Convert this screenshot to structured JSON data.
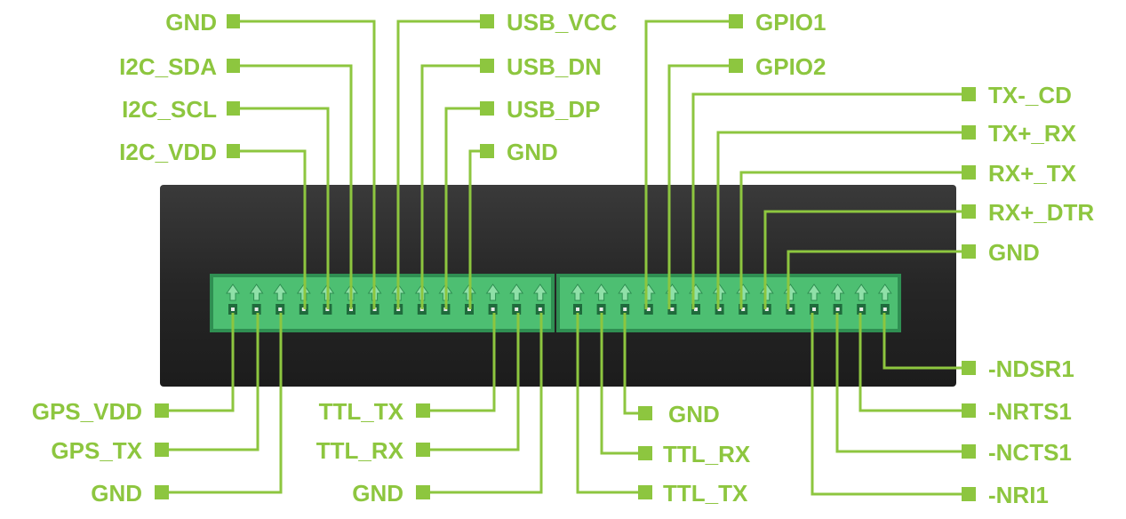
{
  "colors": {
    "accent": "#8dc63f",
    "device_body": "#2a2a2a",
    "connector": "#4dbf72",
    "connector_dark": "#2f8f52",
    "background": "#ffffff"
  },
  "block1": {
    "top": [
      {
        "label": "GND",
        "pin": 7
      },
      {
        "label": "I2C_SDA",
        "pin": 6
      },
      {
        "label": "I2C_SCL",
        "pin": 5
      },
      {
        "label": "I2C_VDD",
        "pin": 4
      },
      {
        "label": "USB_VCC",
        "pin": 8
      },
      {
        "label": "USB_DN",
        "pin": 9
      },
      {
        "label": "USB_DP",
        "pin": 10
      },
      {
        "label": "GND",
        "pin": 11
      }
    ],
    "bottom": [
      {
        "label": "GPS_VDD",
        "pin": 1
      },
      {
        "label": "GPS_TX",
        "pin": 2
      },
      {
        "label": "GND",
        "pin": 3
      },
      {
        "label": "TTL_TX",
        "pin": 12
      },
      {
        "label": "TTL_RX",
        "pin": 13
      },
      {
        "label": "GND",
        "pin": 14
      }
    ]
  },
  "block2": {
    "top": [
      {
        "label": "GPIO1",
        "pin": 4
      },
      {
        "label": "GPIO2",
        "pin": 5
      },
      {
        "label": "TX-_CD",
        "pin": 6
      },
      {
        "label": "TX+_RX",
        "pin": 7
      },
      {
        "label": "RX+_TX",
        "pin": 8
      },
      {
        "label": "RX+_DTR",
        "pin": 9
      },
      {
        "label": "GND",
        "pin": 10
      }
    ],
    "bottom": [
      {
        "label": "TTL_TX",
        "pin": 1
      },
      {
        "label": "TTL_RX",
        "pin": 2
      },
      {
        "label": "GND",
        "pin": 3
      },
      {
        "label": "-NRI1",
        "pin": 11
      },
      {
        "label": "-NCTS1",
        "pin": 12
      },
      {
        "label": "-NRTS1",
        "pin": 13
      },
      {
        "label": "-NDSR1",
        "pin": 14
      }
    ]
  }
}
